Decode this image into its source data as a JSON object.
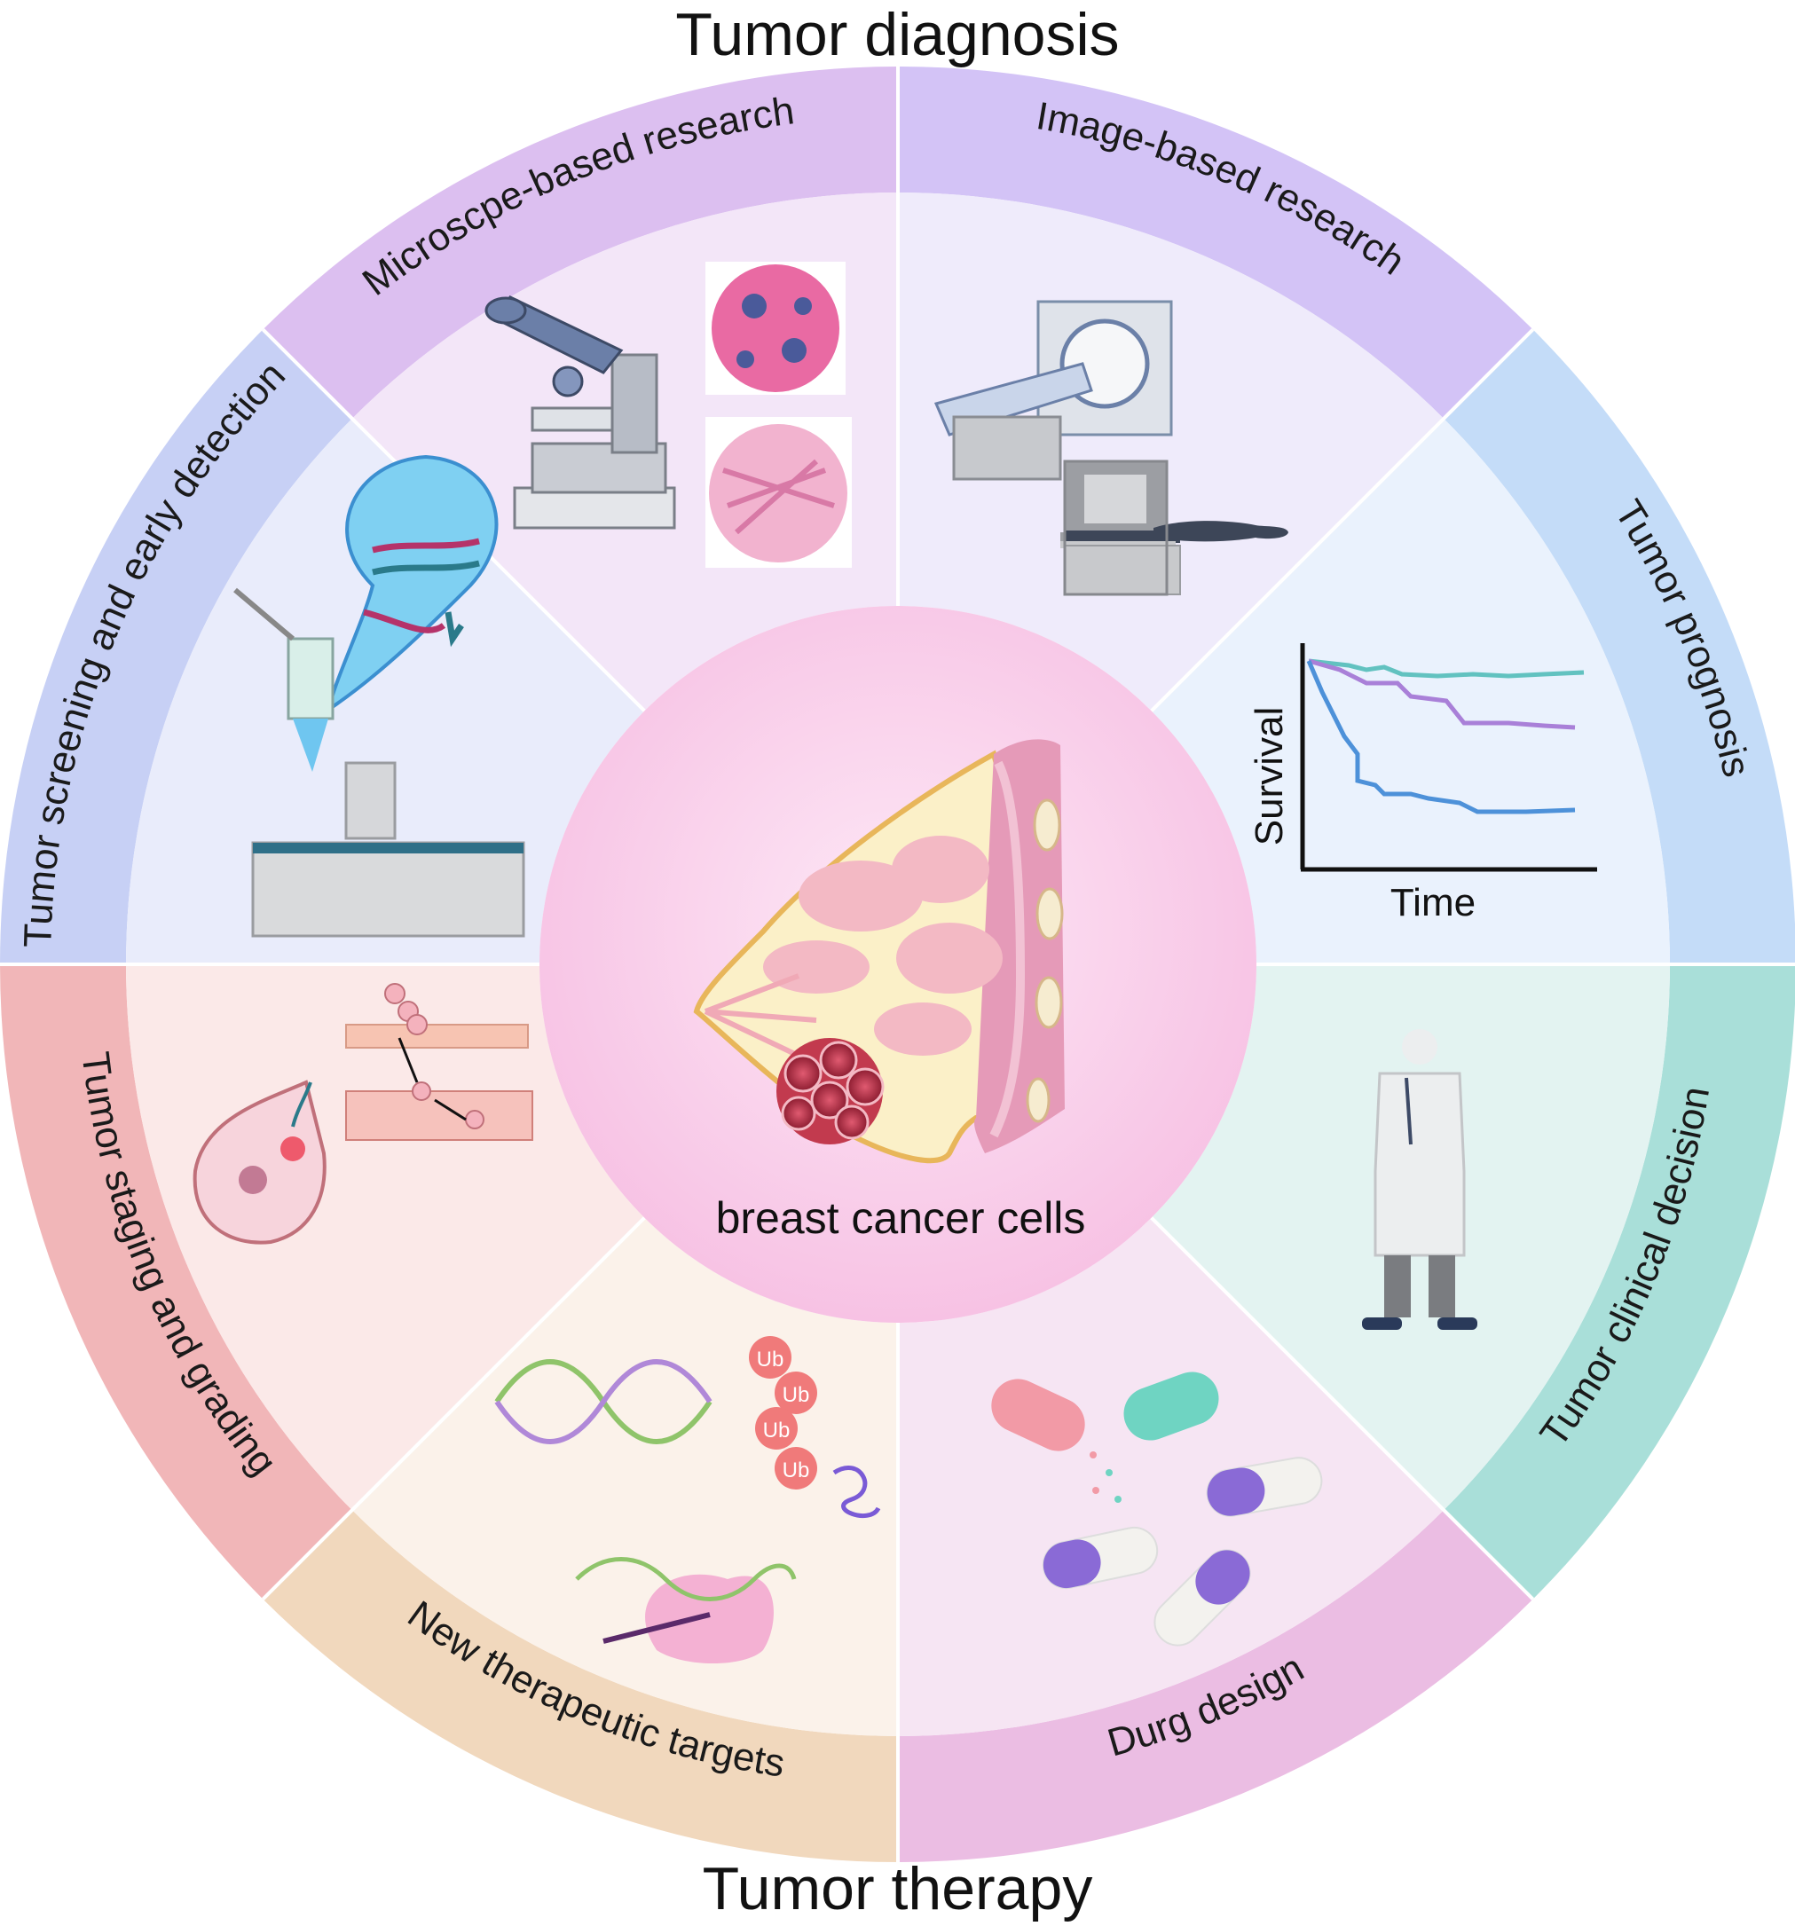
{
  "header": {
    "top_title": "Tumor diagnosis",
    "bottom_title": "Tumor therapy"
  },
  "center": {
    "label": "breast cancer cells"
  },
  "segments": [
    {
      "label": "Microscpe-based research",
      "ring_color": "#dcbff0",
      "inner_color": "#f3e6f8"
    },
    {
      "label": "Image-based research",
      "ring_color": "#d3c3f6",
      "inner_color": "#efebfb"
    },
    {
      "label": "Tumor prognosis",
      "ring_color": "#c4dcf8",
      "inner_color": "#eaf2fd"
    },
    {
      "label": "Tumor clinical decision",
      "ring_color": "#a9dfd9",
      "inner_color": "#e3f3f1"
    },
    {
      "label": "Durg design",
      "ring_color": "#ebbde3",
      "inner_color": "#f6e5f3"
    },
    {
      "label": "New therapeutic targets",
      "ring_color": "#f1d8bd",
      "inner_color": "#fbf2ea"
    },
    {
      "label": "Tumor staging and grading",
      "ring_color": "#f1b6b8",
      "inner_color": "#fbe9e8"
    },
    {
      "label": "Tumor screening and early detection",
      "ring_color": "#c7d0f5",
      "inner_color": "#e9ecfb"
    }
  ],
  "survival_plot": {
    "ylabel": "Survival",
    "xlabel": "Time"
  },
  "ubiquitin": {
    "label": "Ub"
  },
  "icons": [
    "microscope-icon",
    "tissue-slide-icon",
    "ct-scanner-icon",
    "mri-scanner-icon",
    "pipette-icon",
    "rna-icon",
    "survival-curve-icon",
    "doctor-icon",
    "capsule-icon",
    "dna-icon",
    "ubiquitin-icon",
    "metastasis-icon",
    "gland-icon",
    "breast-anatomy-icon",
    "tumor-icon"
  ]
}
